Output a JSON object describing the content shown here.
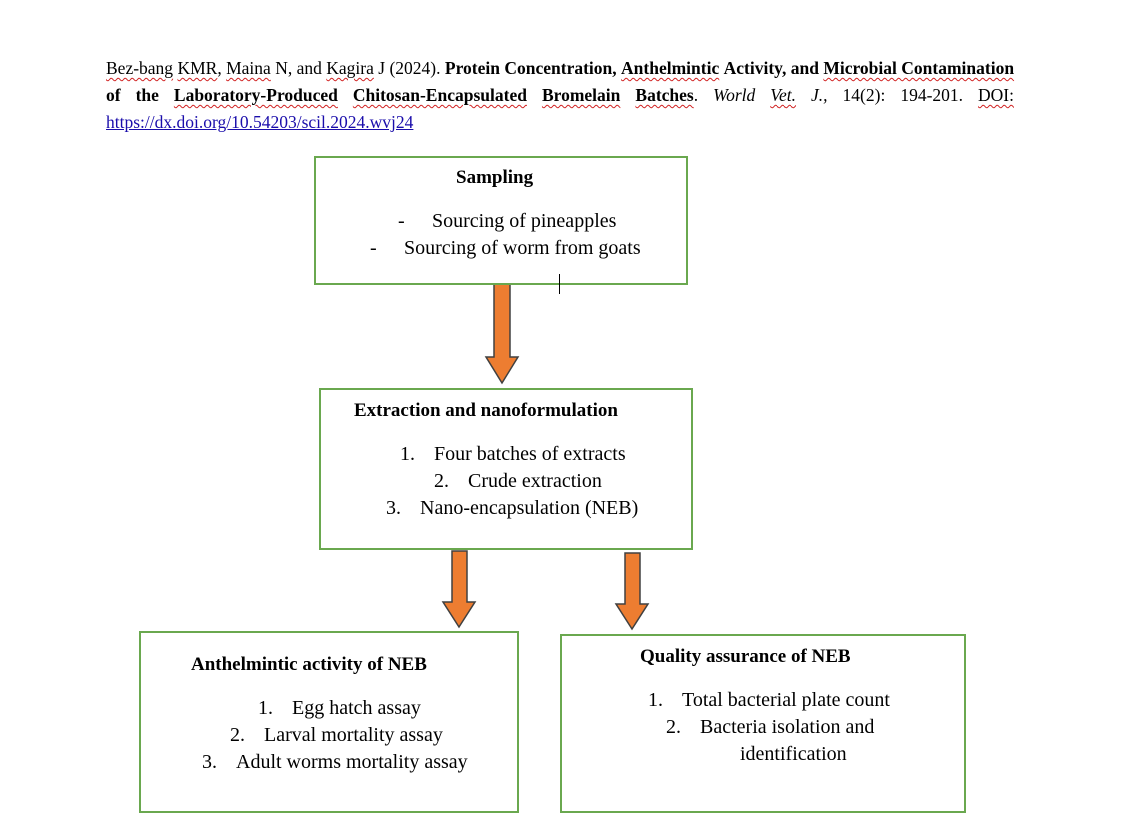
{
  "citation": {
    "authors_1": "Bez-bang",
    "authors_2": "KMR",
    "authors_3": ",",
    "authors_4": "Maina",
    "authors_5": "N, and",
    "authors_6": "Kagira",
    "authors_7": "J (2024).",
    "title_1": "Protein Concentration,",
    "title_2": "Anthelmintic",
    "title_3": "Activity, and",
    "title_4": "Microbial Contamination",
    "title_5": "of the",
    "title_6": "Laboratory-Produced",
    "title_7": "Chitosan-Encapsulated",
    "title_8": "Bromelain",
    "title_9": "Batches",
    "journal_1": "World",
    "journal_2": "Vet.",
    "journal_3": "J.,",
    "pages": "14(2): 194-201.",
    "doi_label": "DOI:",
    "doi_url": "https://dx.doi.org/10.54203/scil.2024.wvj24"
  },
  "boxes": {
    "sampling": {
      "title": "Sampling",
      "items": [
        {
          "marker": "-",
          "text": "Sourcing of pineapples"
        },
        {
          "marker": "-",
          "text": "Sourcing of worm from goats"
        }
      ]
    },
    "extraction": {
      "title": "Extraction and nanoformulation",
      "items": [
        {
          "marker": "1.",
          "text": "Four batches of extracts"
        },
        {
          "marker": "2.",
          "text": "Crude extraction"
        },
        {
          "marker": "3.",
          "text": "Nano-encapsulation (NEB)"
        }
      ]
    },
    "anthelmintic": {
      "title": "Anthelmintic activity of NEB",
      "items": [
        {
          "marker": "1.",
          "text": "Egg hatch assay"
        },
        {
          "marker": "2.",
          "text": "Larval mortality assay"
        },
        {
          "marker": "3.",
          "text": "Adult worms mortality assay"
        }
      ]
    },
    "quality": {
      "title": "Quality assurance of NEB",
      "items": [
        {
          "marker": "1.",
          "text": "Total bacterial plate count"
        },
        {
          "marker": "2.",
          "text": "Bacteria isolation and"
        },
        {
          "marker": "",
          "text": "identification"
        }
      ]
    }
  },
  "colors": {
    "box_border": "#6aa84f",
    "arrow_fill": "#ed7d31",
    "arrow_stroke": "#404040",
    "link": "#1a0dab"
  }
}
